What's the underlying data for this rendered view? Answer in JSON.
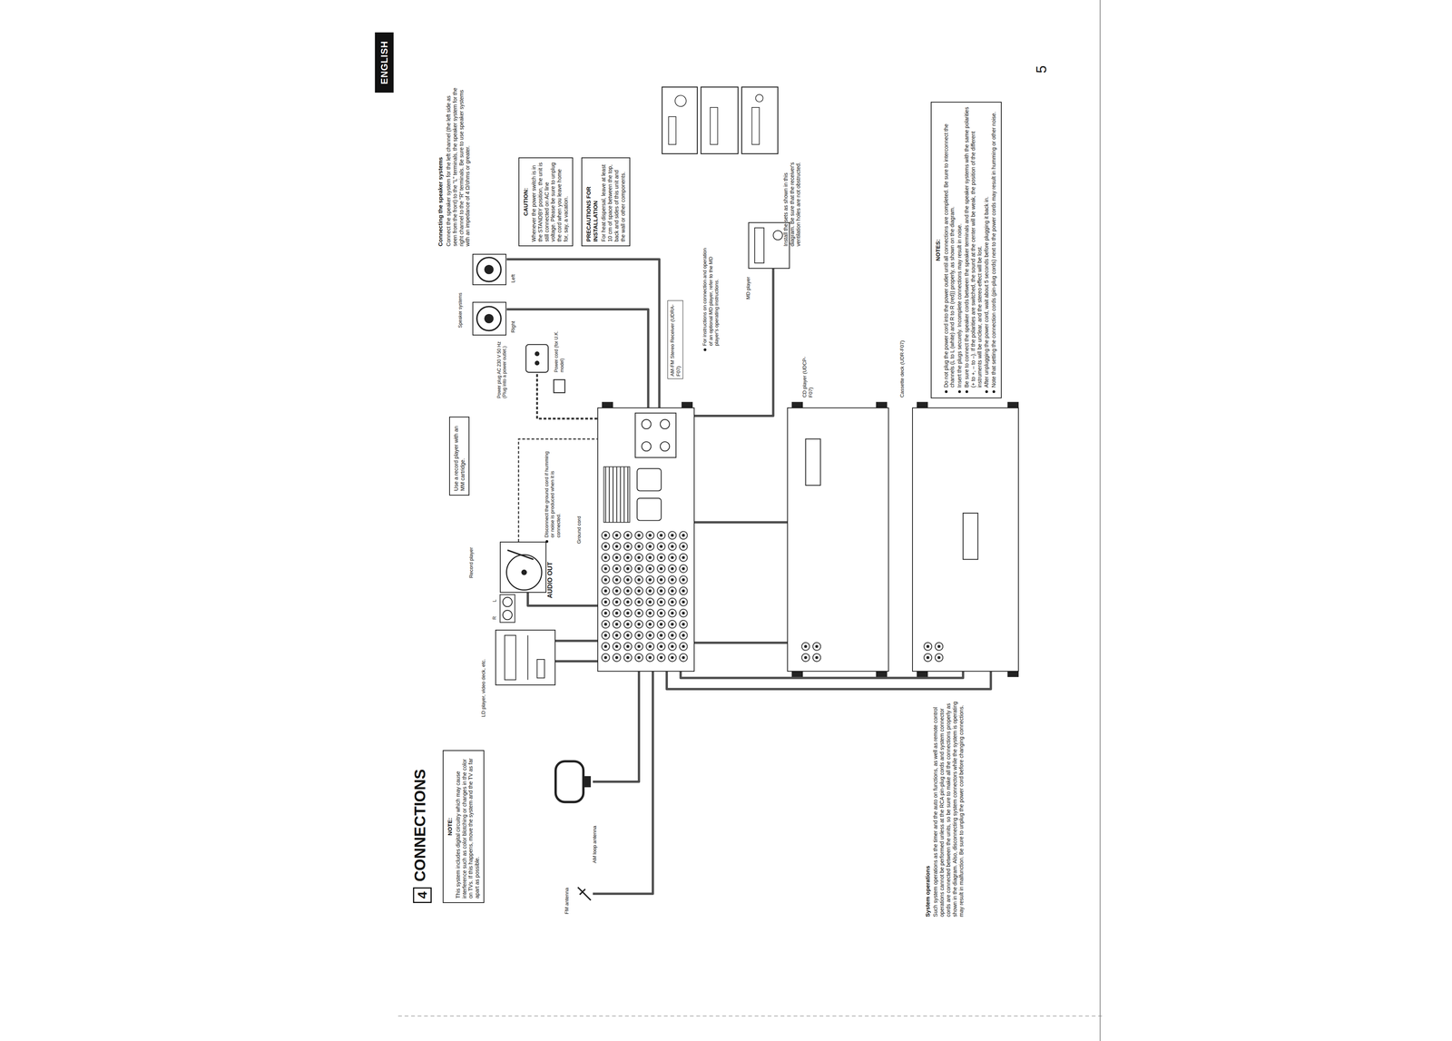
{
  "diagram": {
    "title": "CONNECTIONS",
    "nodes": [
      {
        "text": [
          "NOTE:",
          "This system includes digital circuitry which may cause interference such as color blotching or changes in the color on TVs. If this happens, move the system and the TV as far apart as possible."
        ]
      },
      {
        "text": [
          "4"
        ]
      },
      {
        "text": [
          "AM-FM Stereo Receiver (UDRA-F07)"
        ]
      },
      {
        "text": [
          "CD player (UDCP-F07)"
        ]
      },
      {
        "text": [
          "Cassette deck (UDR-F07)"
        ]
      },
      {
        "text": [
          "LD player, video deck, etc."
        ]
      },
      {
        "text": [
          "Record player"
        ]
      },
      {
        "text": [
          "Use a record player with an MM cartridge."
        ]
      },
      {
        "text": [
          "Right"
        ]
      },
      {
        "text": [
          "Left"
        ]
      },
      {
        "text": [
          "MD player"
        ]
      },
      {
        "text": [
          "AM loop antenna"
        ]
      },
      {
        "text": [
          "FM antenna"
        ]
      },
      {
        "text": [
          "CAUTION:",
          "Whenever the power switch is in the STANDBY position, the unit is still connected on AC line voltage. Please be sure to unplug the cord when you leave home for, say, a vacation."
        ]
      },
      {
        "text": [
          "PRECAUTIONS FOR INSTALLATION",
          "For heat dispersal, leave at least 10 cm of space between the top, back and sides of this unit and the wall or other components."
        ]
      },
      {
        "text": [
          "NOTES:",
          "Do not plug the power cord into the power outlet until all connections are completed. Be sure to interconnect the channels (L to L (white) and R to R (red)) properly, as shown on the diagram.",
          "Insert the plugs securely. Incomplete connections may result in noise.",
          "Be sure to connect the speaker cords between the speaker terminals and the speaker systems with the same polarities (+ to +, – to –). If the polarities are switched, the sound at the center will be weak, the position of the different instruments will be unclear, and the stereo effect will be lost.",
          "After unplugging the power cord, wait about 5 seconds before plugging it back in.",
          "Note that setting the connection cords (pin-plug cords) next to the power cords may result in humming or other noise."
        ]
      },
      {
        "text": [
          "ENGLISH"
        ]
      }
    ],
    "edges": [
      {
        "from": 5,
        "to": 2,
        "arrow": "none"
      },
      {
        "from": 5,
        "to": 2,
        "arrow": "none"
      },
      {
        "from": 6,
        "to": 2,
        "arrow": "none"
      },
      {
        "from": 8,
        "to": 2,
        "arrow": "none"
      },
      {
        "from": 9,
        "to": 2,
        "arrow": "none"
      },
      {
        "from": 2,
        "to": 3,
        "arrow": "none"
      },
      {
        "from": 2,
        "to": 3,
        "arrow": "none"
      },
      {
        "from": 2,
        "to": 4,
        "arrow": "none"
      },
      {
        "from": 2,
        "to": 4,
        "arrow": "none"
      },
      {
        "from": 2,
        "to": 10,
        "arrow": "none"
      },
      {
        "from": 11,
        "to": 2,
        "arrow": "none"
      },
      {
        "from": 12,
        "to": 2,
        "arrow": "none"
      }
    ],
    "labels": [
      "AUDIO OUT",
      "R",
      "L",
      "Disconnect the ground cord if humming or noise is produced when it is connected.",
      "Ground cord",
      "Power plug AC 230 V 50 Hz (Plug into a power outlet.)",
      "Power cord (for U.K. model)",
      "Speaker systems",
      "For instructions on connection and operation of an optional MD player, refer to the MD player's operating instructions.",
      "Connecting the speaker systems",
      "Connect the speaker system for the left channel (the left side as seen from the front) to the \"L\" terminals, the speaker system for the right channel to the \"R\" terminals. Be sure to use speaker systems with an impedance of 4 Ω/ohms or greater.",
      "Install the sets as shown in this diagram. Be sure that the receiver's ventilation holes are not obstructed.",
      "System operations",
      "Such system operations as the timer and the auto on functions, as well as remote control operations cannot be performed unless at the RCA pin-plug cords and system connector cords are connected between the units, so be sure to make all the connections properly as shown in the diagram. Also, disconnecting system connectors while the system is operating may result in malfunction. Be sure to unplug the power cord before changing connections.",
      "5"
    ]
  }
}
